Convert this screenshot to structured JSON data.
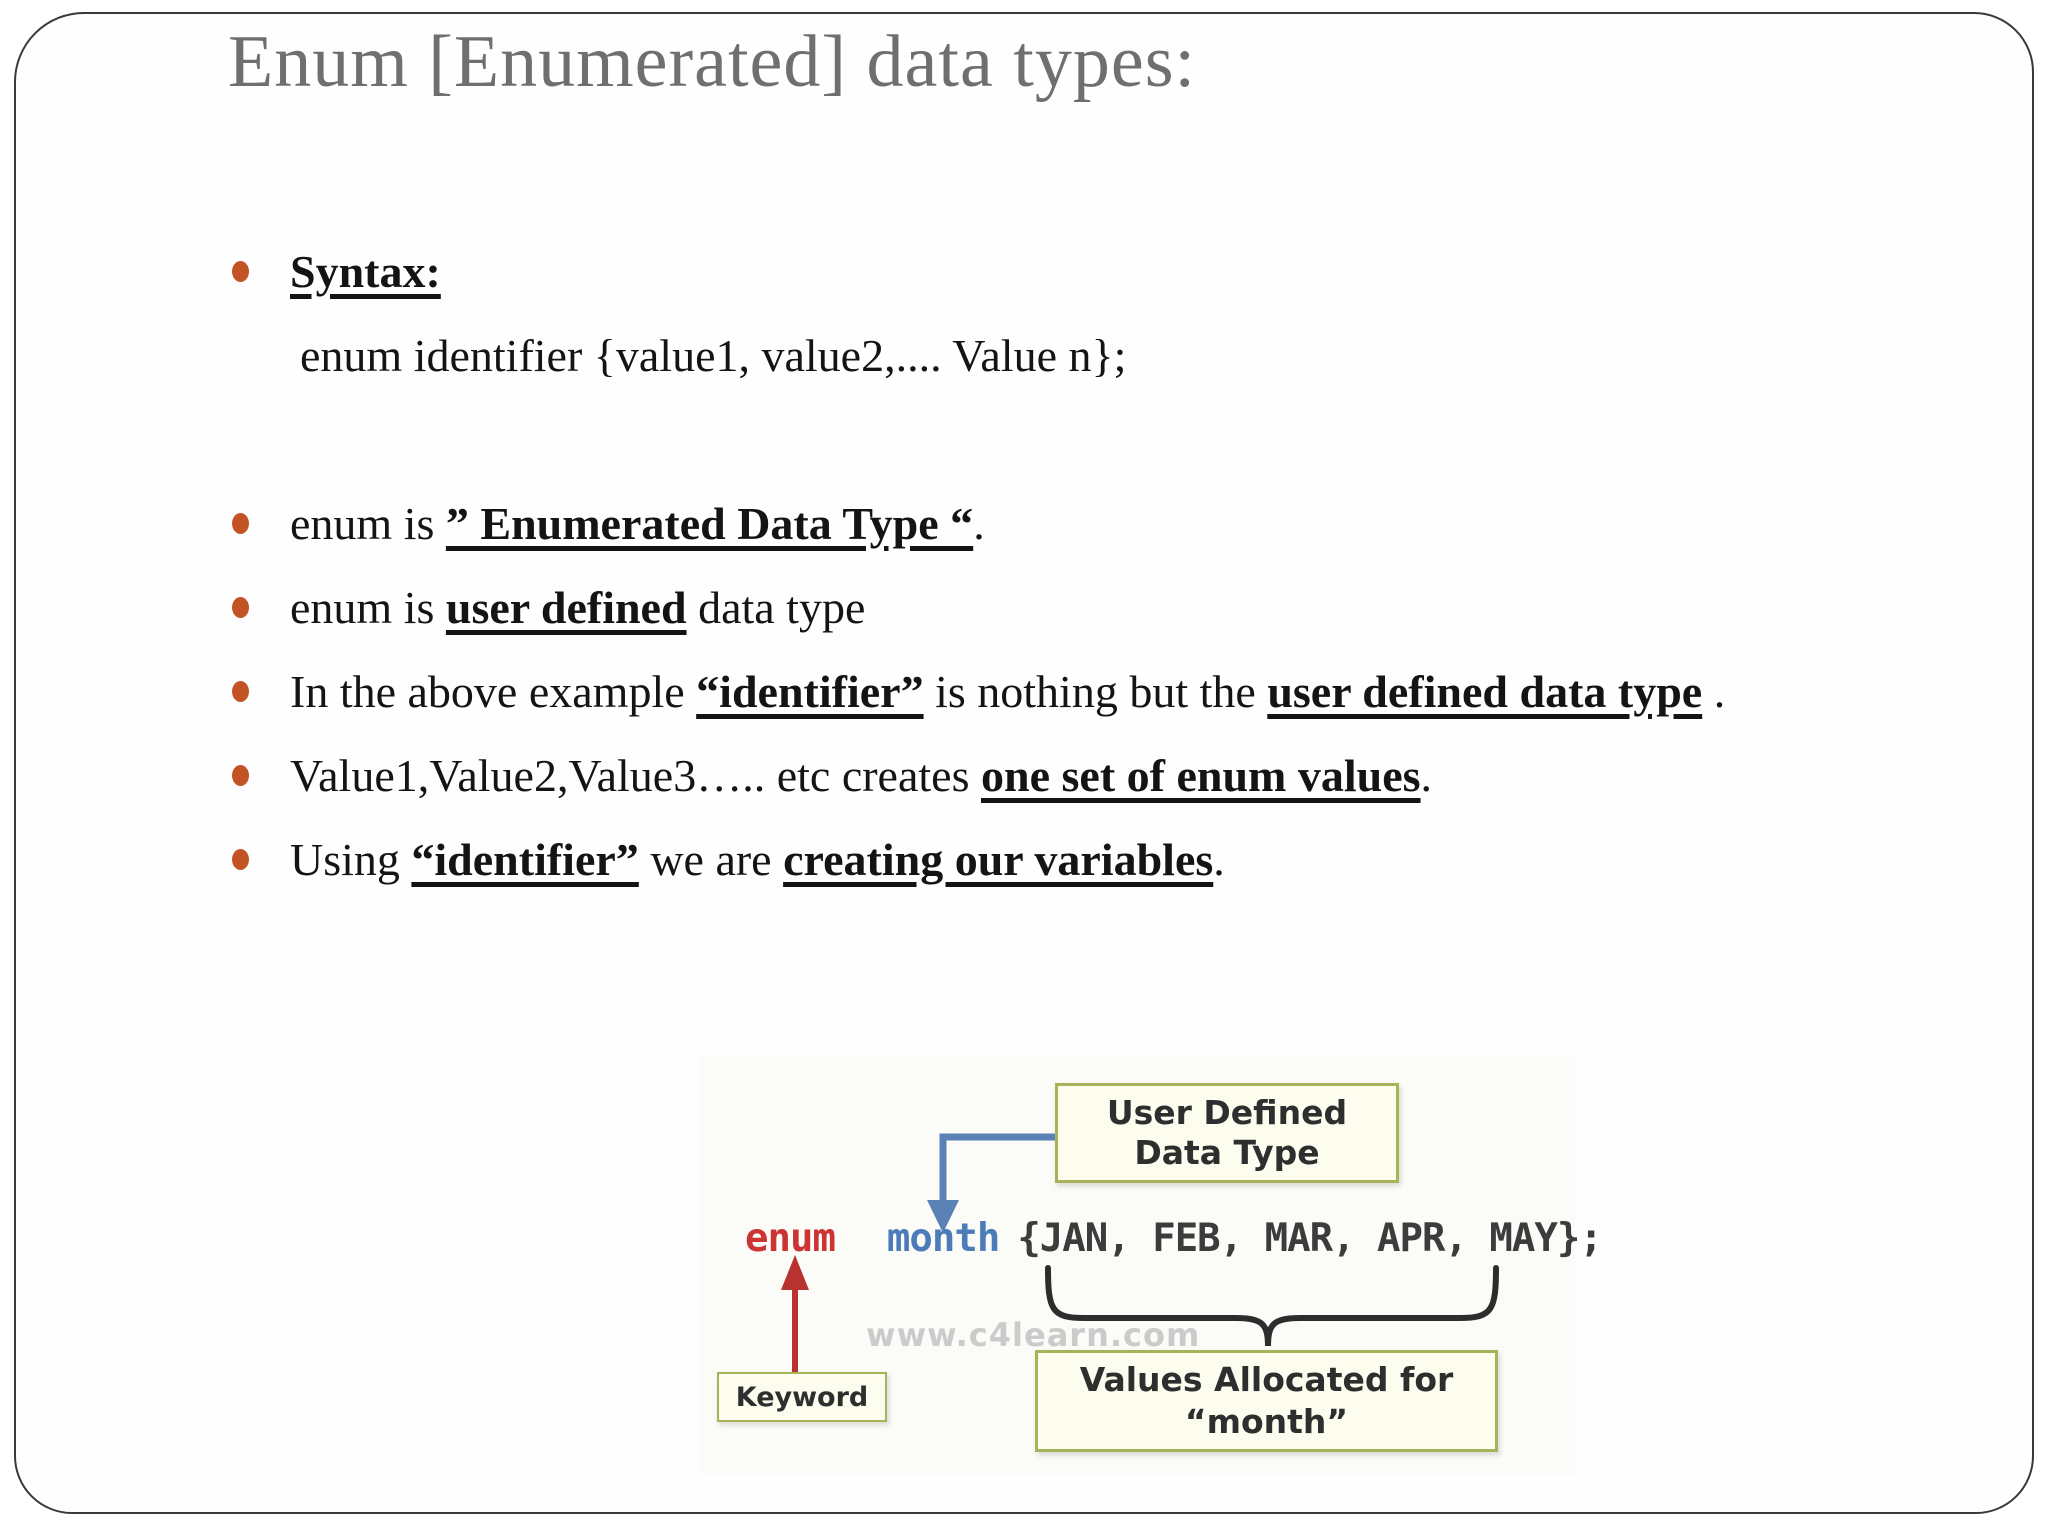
{
  "content": {
    "title": "Enum [Enumerated] data types:",
    "bullets": [
      {
        "dot": true,
        "runs": [
          {
            "text": "Syntax:",
            "style": "em"
          }
        ]
      },
      {
        "dot": false,
        "runs": [
          {
            "text": "enum identifier {value1, value2,.... Value n};",
            "style": "plain"
          }
        ]
      },
      {
        "dot": true,
        "runs": [
          {
            "text": "enum is ",
            "style": "plain"
          },
          {
            "text": "” Enumerated Data Type “",
            "style": "em"
          },
          {
            "text": ".",
            "style": "plain"
          }
        ]
      },
      {
        "dot": true,
        "runs": [
          {
            "text": "enum is ",
            "style": "plain"
          },
          {
            "text": "user defined",
            "style": "em"
          },
          {
            "text": " data type",
            "style": "plain"
          }
        ]
      },
      {
        "dot": true,
        "runs": [
          {
            "text": "In the above example ",
            "style": "plain"
          },
          {
            "text": "“identifier”",
            "style": "em"
          },
          {
            "text": " is nothing but the ",
            "style": "plain"
          },
          {
            "text": "user defined data type",
            "style": "em"
          },
          {
            "text": " .",
            "style": "plain"
          }
        ]
      },
      {
        "dot": true,
        "runs": [
          {
            "text": "Value1,Value2,Value3….. etc creates ",
            "style": "plain"
          },
          {
            "text": "one set of enum values",
            "style": "em"
          },
          {
            "text": ".",
            "style": "plain"
          }
        ]
      },
      {
        "dot": true,
        "runs": [
          {
            "text": "Using ",
            "style": "plain"
          },
          {
            "text": "“identifier”",
            "style": "em"
          },
          {
            "text": " we are ",
            "style": "plain"
          },
          {
            "text": "creating our variables",
            "style": "em"
          },
          {
            "text": ".",
            "style": "plain"
          }
        ]
      }
    ]
  },
  "diagram": {
    "user_defined_box_label": "User Defined Data Type",
    "keyword_box_label": "Keyword",
    "values_box_line1": "Values Allocated for",
    "values_box_line2": "“month”",
    "code_keyword": "enum",
    "code_identifier": "month",
    "code_values": "{JAN, FEB, MAR, APR, MAY};",
    "watermark": "www.c4learn.com"
  },
  "colors": {
    "title_gray": "#6f6f6f",
    "bullet_orange": "#c35325",
    "text_black": "#141414",
    "code_keyword_red": "#cc3333",
    "code_identifier_blue": "#4b7cb8",
    "box_border_olive": "#a8b357",
    "arrow_red": "#b83230",
    "arrow_blue": "#5b82b5",
    "brace_dark": "#2d2d2d",
    "watermark_gray": "#cbcbcb",
    "slide_border": "#3a3a3a"
  }
}
